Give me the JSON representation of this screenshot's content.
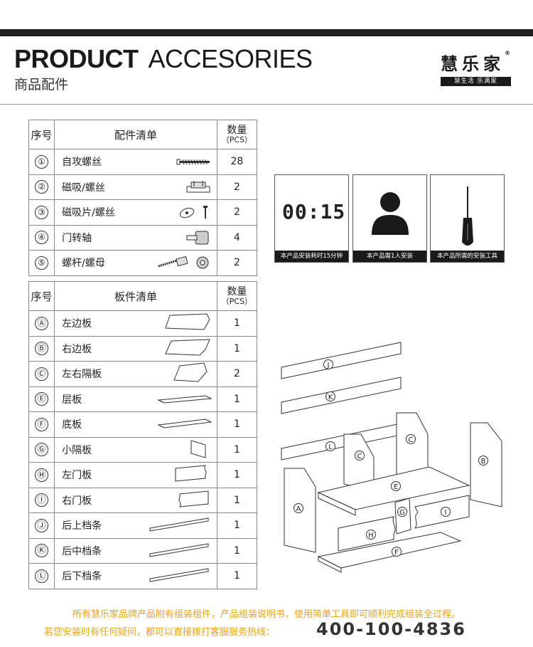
{
  "header": {
    "title_bold": "PRODUCT",
    "title_light": "ACCESORIES",
    "subtitle": "商品配件",
    "brand_name": "慧乐家",
    "brand_reg": "®",
    "brand_tagline": "慧生活 乐满家"
  },
  "accessories": {
    "col_no": "序号",
    "col_name": "配件清单",
    "col_qty": "数量",
    "col_qty_unit": "（PCS）",
    "rows": [
      {
        "no": "①",
        "name": "自攻螺丝",
        "qty": "28",
        "icon": "screw-icon"
      },
      {
        "no": "②",
        "name": "磁吸/螺丝",
        "qty": "2",
        "icon": "magnet-catch-icon"
      },
      {
        "no": "③",
        "name": "磁吸片/螺丝",
        "qty": "2",
        "icon": "magnet-plate-icon"
      },
      {
        "no": "④",
        "name": "门转轴",
        "qty": "4",
        "icon": "door-pivot-icon"
      },
      {
        "no": "⑤",
        "name": "螺杆/螺母",
        "qty": "2",
        "icon": "bolt-nut-icon"
      }
    ]
  },
  "panels": {
    "col_no": "序号",
    "col_name": "板件清单",
    "col_qty": "数量",
    "col_qty_unit": "（PCS）",
    "rows": [
      {
        "no": "Ⓐ",
        "name": "左边板",
        "qty": "1"
      },
      {
        "no": "Ⓑ",
        "name": "右边板",
        "qty": "1"
      },
      {
        "no": "Ⓒ",
        "name": "左右隔板",
        "qty": "2"
      },
      {
        "no": "Ⓔ",
        "name": "层板",
        "qty": "1"
      },
      {
        "no": "Ⓕ",
        "name": "底板",
        "qty": "1"
      },
      {
        "no": "Ⓖ",
        "name": "小隔板",
        "qty": "1"
      },
      {
        "no": "Ⓗ",
        "name": "左门板",
        "qty": "1"
      },
      {
        "no": "Ⓘ",
        "name": "右门板",
        "qty": "1"
      },
      {
        "no": "Ⓙ",
        "name": "后上档条",
        "qty": "1"
      },
      {
        "no": "Ⓚ",
        "name": "后中档条",
        "qty": "1"
      },
      {
        "no": "Ⓛ",
        "name": "后下档条",
        "qty": "1"
      }
    ]
  },
  "info": {
    "time_display": "00:15",
    "time_caption": "本产品安装耗时15分钟",
    "person_caption": "本产品需1人安装",
    "tool_caption": "本产品所需的安装工具"
  },
  "diagram_labels": {
    "J": "J",
    "K": "K",
    "L": "L",
    "C": "C",
    "B": "B",
    "E": "E",
    "A": "A",
    "G": "G",
    "I": "I",
    "H": "H",
    "F": "F"
  },
  "footer": {
    "line1": "所有慧乐家品牌产品附有组装组件，产品组装说明书，使用简单工具即可顺利完成组装全过程。",
    "line2": "若您安装时有任何疑问，都可以直接拨打客服服务热线：",
    "phone": "400-100-4836"
  },
  "colors": {
    "footer_text": "#e8a21b",
    "bar": "#1f1f1f"
  }
}
